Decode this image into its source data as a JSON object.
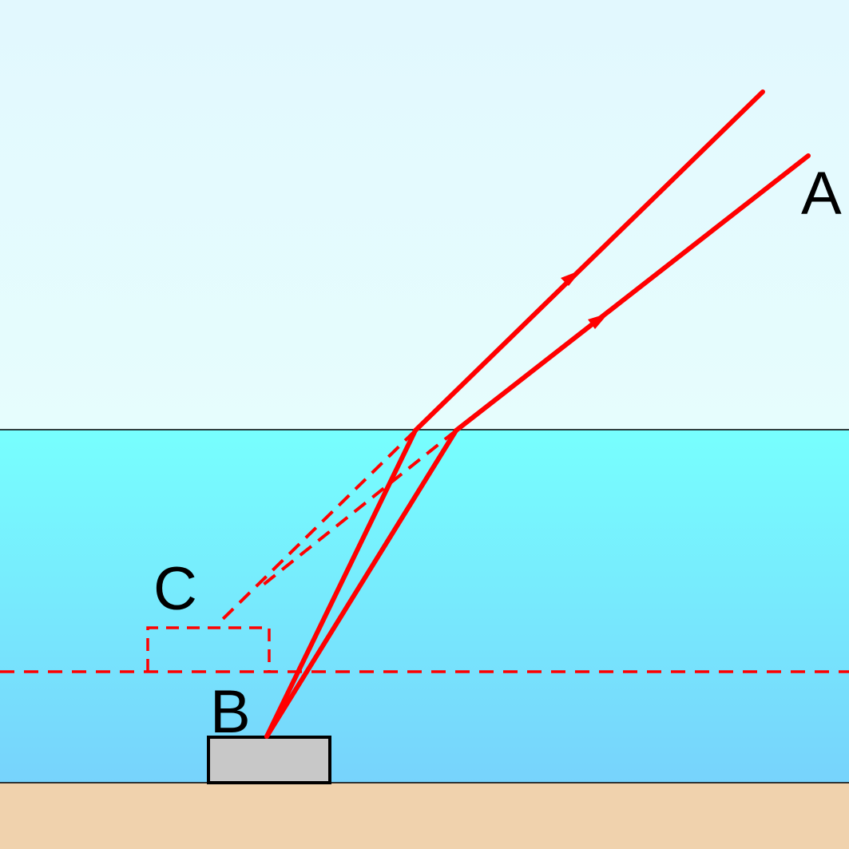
{
  "labels": {
    "a": "A",
    "b": "B",
    "c": "C"
  },
  "colors": {
    "air_top": "#e2f8fe",
    "air_bottom": "#e6fdfd",
    "water_top": "#77fffe",
    "water_bottom": "#77d3fc",
    "sand": "#f0d2ad",
    "ray": "#ff0000",
    "object_fill": "#c8c8c8",
    "outline": "#000000"
  },
  "elements": {
    "incident_ray": "solid",
    "refracted_ray": "solid",
    "virtual_ray": "dashed",
    "apparent_depth_line": "dashed",
    "direction_marker": "arrowhead"
  }
}
